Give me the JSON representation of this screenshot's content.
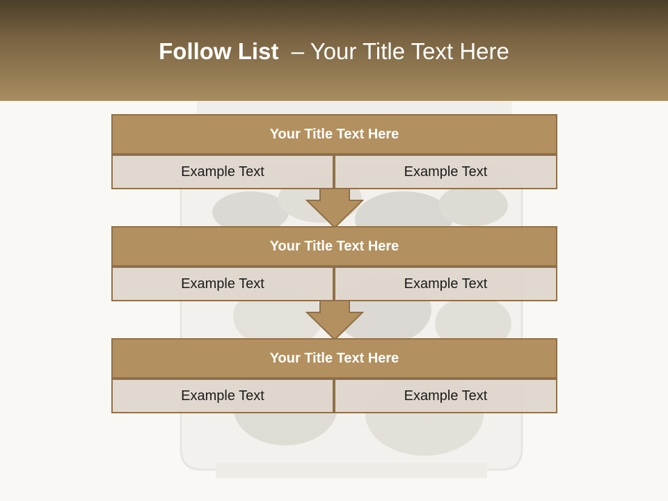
{
  "header": {
    "title_bold": "Follow List",
    "title_rest": "  – Your Title Text Here"
  },
  "steps": [
    {
      "title": "Your Title Text Here",
      "left": "Example Text",
      "right": "Example Text"
    },
    {
      "title": "Your Title Text Here",
      "left": "Example Text",
      "right": "Example Text"
    },
    {
      "title": "Your Title Text Here",
      "left": "Example Text",
      "right": "Example Text"
    }
  ],
  "colors": {
    "header_dark": "#4c3f2b",
    "header_light": "#a88d5f",
    "title_fill": "#b3905f",
    "border": "#8f7048",
    "cell_fill": "#ded6cc",
    "background": "#f9f8f5"
  }
}
